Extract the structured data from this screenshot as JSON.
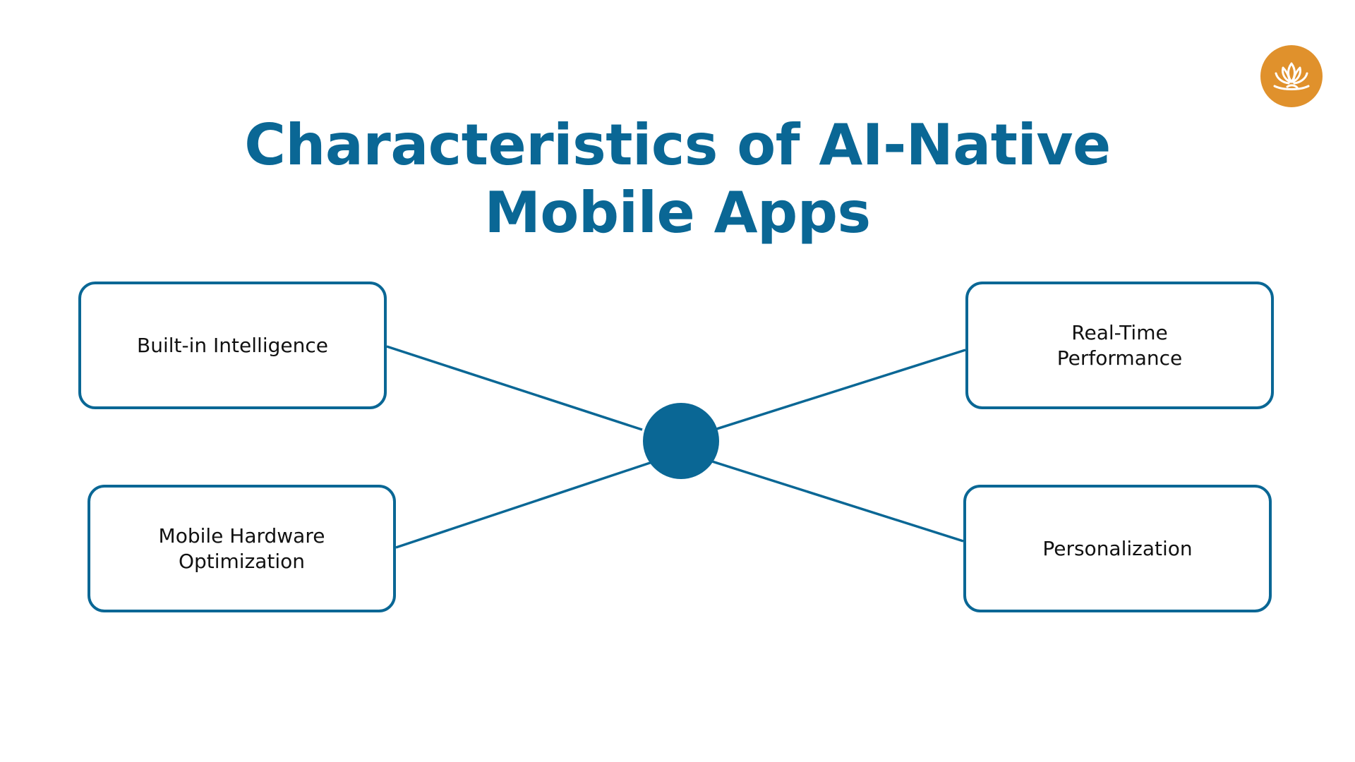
{
  "title": {
    "line1": "Characteristics of AI-Native",
    "line2": "Mobile Apps"
  },
  "nodes": {
    "top_left": "Built-in Intelligence",
    "top_right": "Real-Time\nPerformance",
    "bottom_left": "Mobile Hardware\nOptimization",
    "bottom_right": "Personalization"
  },
  "colors": {
    "primary": "#0a6795",
    "logo": "#e0912c",
    "text": "#111111",
    "background": "#ffffff"
  },
  "icons": {
    "logo": "lotus-icon"
  }
}
